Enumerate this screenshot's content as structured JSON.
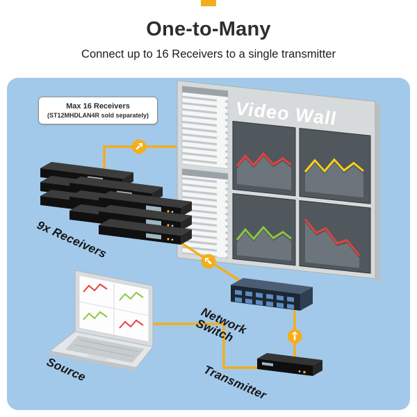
{
  "header": {
    "title": "One-to-Many",
    "subtitle": "Connect up to 16 Receivers to a single transmitter"
  },
  "diagram": {
    "note": {
      "line1": "Max 16 Receivers",
      "line2": "(ST12MHDLAN4R sold separately)"
    },
    "labels": {
      "video_wall": "Video Wall",
      "receivers": "9x Receivers",
      "network_switch": [
        "Network",
        "Switch"
      ],
      "source": "Source",
      "transmitter": "Transmitter"
    },
    "icons": {
      "flow_arrow": "up-right-arrow in yellow circle"
    },
    "colors": {
      "panel_background": "#A3C9EA",
      "connector_yellow": "#F3AE1C",
      "chart_red": "#E8403A",
      "chart_green": "#8CC63F",
      "chart_yellow": "#F7D117"
    }
  }
}
